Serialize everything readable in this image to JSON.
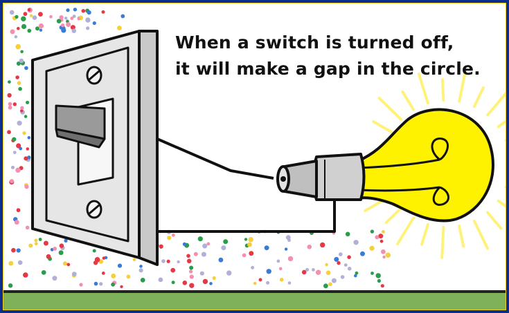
{
  "caption": {
    "line1": "When a switch is turned off,",
    "line2": "it will make a gap in the circle."
  },
  "icons": [
    "light-switch-icon",
    "light-bulb-icon",
    "wire"
  ],
  "colors": {
    "border_yellow": "#f2d21e",
    "border_blue": "#0c2d8a",
    "bulb_yellow": "#fff200",
    "ray_yellow": "#fff27a",
    "floor_green": "#7fb05a",
    "switch_plate": "#e3e3e3",
    "socket_gray": "#d0d0d0",
    "toggle_gray": "#8a8a8a"
  },
  "confetti_colors": [
    "#e63946",
    "#2a9d4a",
    "#3a7bd5",
    "#f4d03f",
    "#b0b0d8",
    "#f48fb1"
  ],
  "state": {
    "switch": "off"
  }
}
